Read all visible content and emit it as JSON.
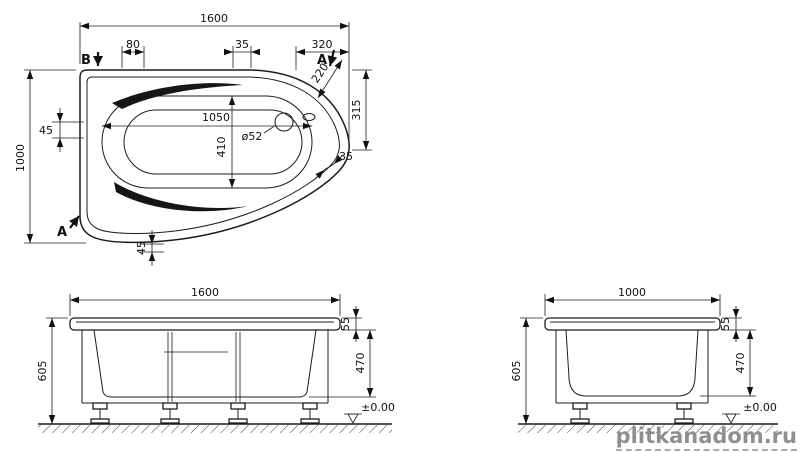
{
  "watermark": "plitkanadom.ru",
  "colors": {
    "line": "#1c1c1c",
    "watermark_gray": "#8f8f8f"
  },
  "top_view": {
    "width": "1600",
    "seg_80": "80",
    "seg_35": "35",
    "seg_320": "320",
    "depth": "1000",
    "left_45": "45",
    "inner_length": "1050",
    "inner_width": "410",
    "drain": "ø52",
    "diag_220": "220",
    "right_315": "315",
    "right_35": "35",
    "bottom_45": "45",
    "section_b": "B",
    "section_a_top": "A",
    "section_a_bottom": "A"
  },
  "front_view": {
    "width": "1600",
    "rim": "55",
    "depth": "470",
    "height": "605",
    "level": "±0.00"
  },
  "side_view": {
    "width": "1000",
    "rim": "55",
    "depth": "470",
    "height": "605",
    "level": "±0.00"
  }
}
